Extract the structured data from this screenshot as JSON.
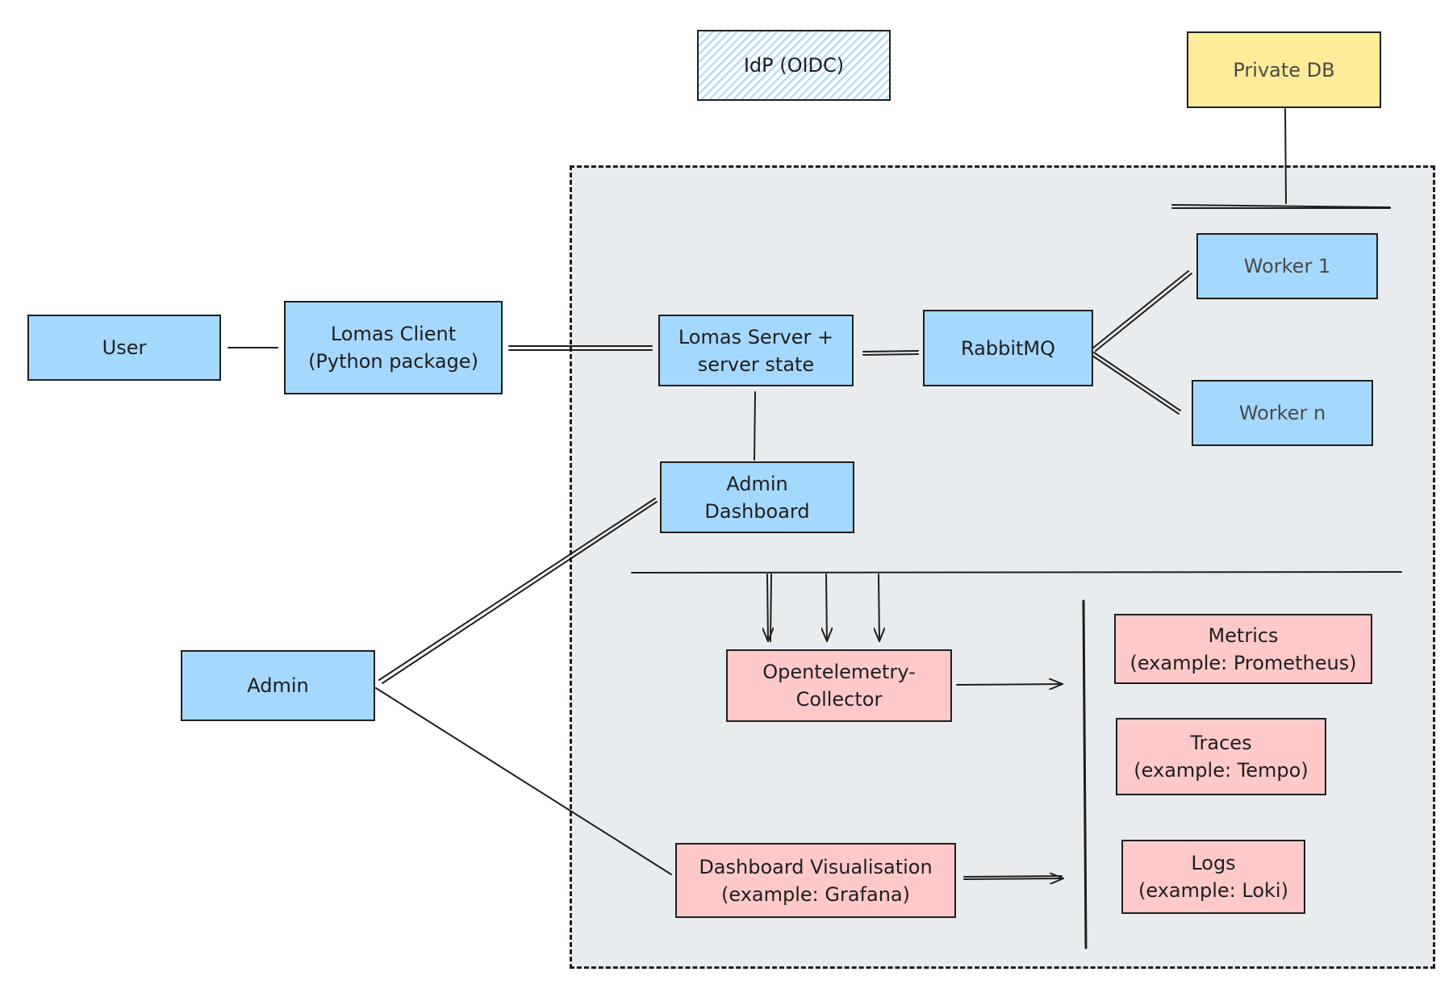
{
  "diagram": {
    "idp": {
      "label": "IdP (OIDC)"
    },
    "private_db": {
      "label": "Private DB"
    },
    "user": {
      "label": "User"
    },
    "lomas_client": {
      "line1": "Lomas Client",
      "line2": "(Python package)"
    },
    "lomas_server": {
      "line1": "Lomas Server +",
      "line2": "server state"
    },
    "rabbitmq": {
      "label": "RabbitMQ"
    },
    "worker_1": {
      "label": "Worker 1"
    },
    "worker_n": {
      "label": "Worker n"
    },
    "admin_dashboard": {
      "line1": "Admin",
      "line2": "Dashboard"
    },
    "admin": {
      "label": "Admin"
    },
    "otel_collector": {
      "line1": "Opentelemetry-",
      "line2": "Collector"
    },
    "dashboard_vis": {
      "line1": "Dashboard Visualisation",
      "line2": "(example: Grafana)"
    },
    "metrics": {
      "line1": "Metrics",
      "line2": "(example: Prometheus)"
    },
    "traces": {
      "line1": "Traces",
      "line2": "(example: Tempo)"
    },
    "logs": {
      "line1": "Logs",
      "line2": "(example: Loki)"
    }
  },
  "colors": {
    "blue": "#a5d8ff",
    "pink": "#ffc9c9",
    "yellow": "#ffec99",
    "container": "#e9ecef",
    "stroke": "#1e1e1e"
  }
}
